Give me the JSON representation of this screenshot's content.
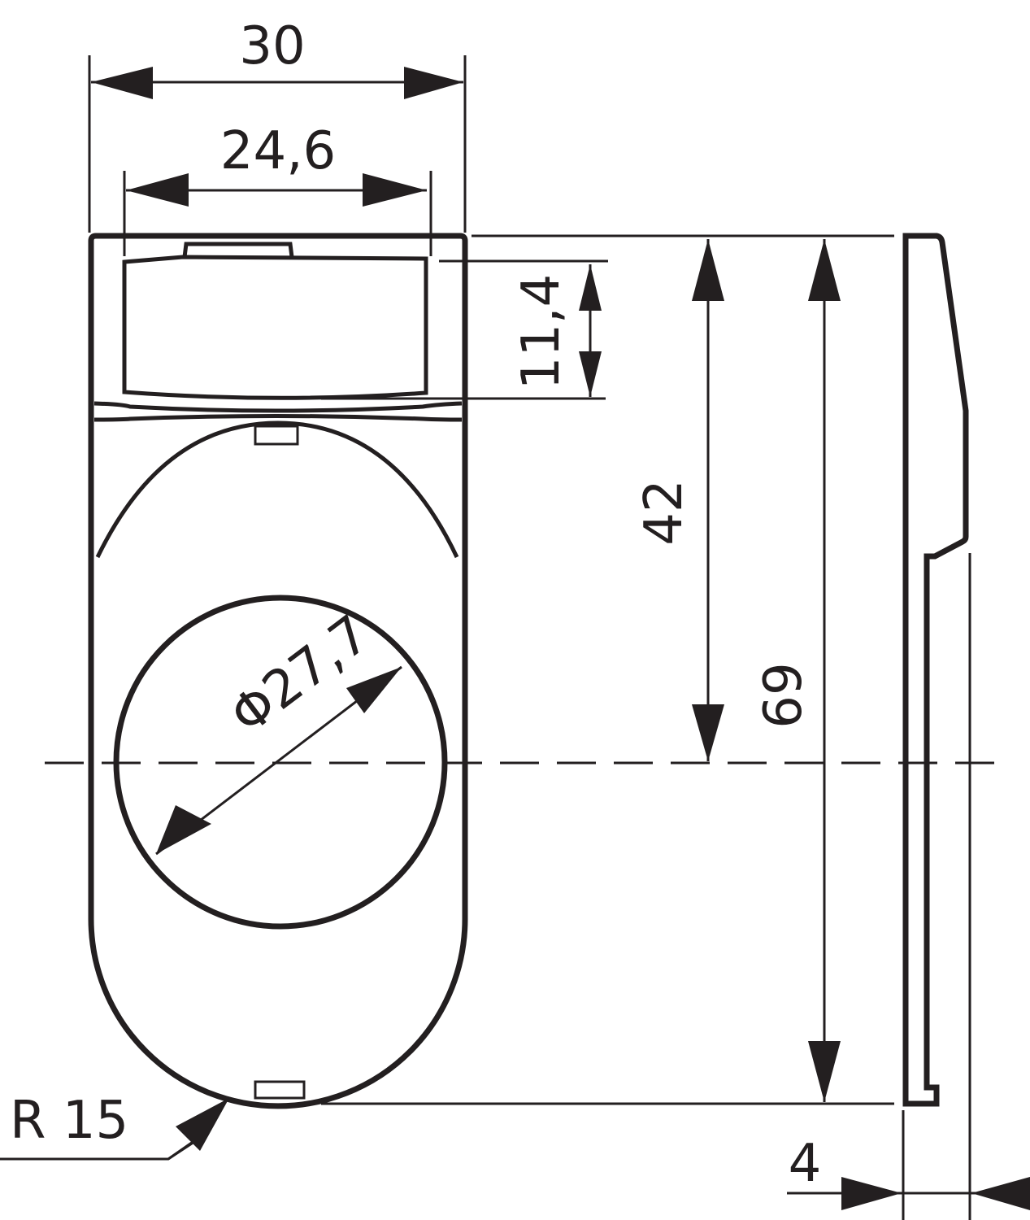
{
  "drawing": {
    "type": "technical dimension drawing",
    "line_color": "#231f20",
    "background": "#ffffff",
    "views": [
      "front-view",
      "side-view"
    ]
  },
  "dimensions": {
    "overall_width": "30",
    "inner_width": "24,6",
    "label_height": "11,4",
    "center_height": "42",
    "overall_height": "69",
    "hole_diameter": "27,7",
    "diameter_symbol": "Φ",
    "radius_label": "R 15",
    "thickness": "4"
  }
}
